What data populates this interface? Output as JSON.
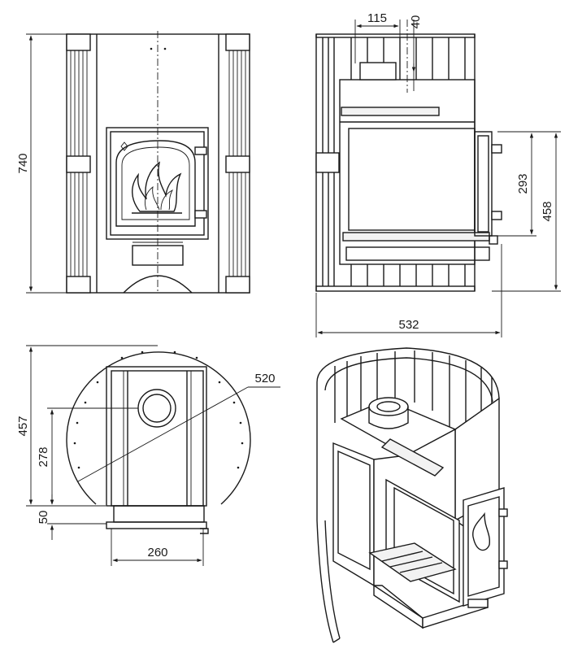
{
  "dimensions": {
    "front_height": "740",
    "side_top_width": "115",
    "side_top_offset": "40",
    "side_door_height": "293",
    "side_total_height": "458",
    "side_depth": "532",
    "plan_diameter": "520",
    "plan_depth": "457",
    "plan_flue_offset": "278",
    "plan_door_offset": "50",
    "plan_door_width": "260"
  }
}
